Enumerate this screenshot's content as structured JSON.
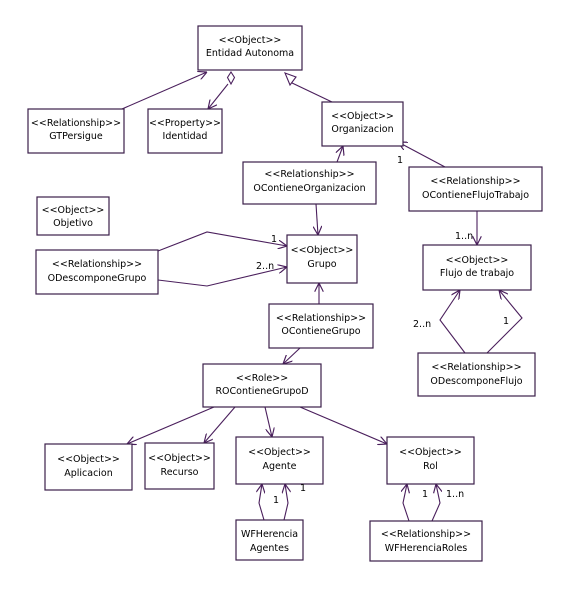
{
  "diagram": {
    "nodes": {
      "entidad_autonoma": {
        "stereotype": "<<Object>>",
        "name": "Entidad Autonoma"
      },
      "gt_persigue": {
        "stereotype": "<<Relationship>>",
        "name": "GTPersigue"
      },
      "identidad": {
        "stereotype": "<<Property>>",
        "name": "Identidad"
      },
      "organizacion": {
        "stereotype": "<<Object>>",
        "name": "Organizacion"
      },
      "ocontiene_organizacion": {
        "stereotype": "<<Relationship>>",
        "name": "OContieneOrganizacion"
      },
      "ocontiene_flujo_trabajo": {
        "stereotype": "<<Relationship>>",
        "name": "OContieneFlujoTrabajo"
      },
      "objetivo": {
        "stereotype": "<<Object>>",
        "name": "Objetivo"
      },
      "grupo": {
        "stereotype": "<<Object>>",
        "name": "Grupo"
      },
      "odescompone_grupo": {
        "stereotype": "<<Relationship>>",
        "name": "ODescomponeGrupo"
      },
      "flujo_de_trabajo": {
        "stereotype": "<<Object>>",
        "name": "Flujo de trabajo"
      },
      "ocontiene_grupo": {
        "stereotype": "<<Relationship>>",
        "name": "OContieneGrupo"
      },
      "odescompone_flujo": {
        "stereotype": "<<Relationship>>",
        "name": "ODescomponeFlujo"
      },
      "rocontiene_grupod": {
        "stereotype": "<<Role>>",
        "name": "ROContieneGrupoD"
      },
      "aplicacion": {
        "stereotype": "<<Object>>",
        "name": "Aplicacion"
      },
      "recurso": {
        "stereotype": "<<Object>>",
        "name": "Recurso"
      },
      "agente": {
        "stereotype": "<<Object>>",
        "name": "Agente"
      },
      "rol": {
        "stereotype": "<<Object>>",
        "name": "Rol"
      },
      "wfherencia_agentes": {
        "stereotype": "",
        "name": "WFHerencia",
        "name2": "Agentes"
      },
      "wfherencia_roles": {
        "stereotype": "<<Relationship>>",
        "name": "WFHerenciaRoles"
      }
    },
    "multiplicities": {
      "org_flujo_1": "1",
      "flujo_trabajo_1n": "1..n",
      "grupo_1": "1",
      "grupo_2n": "2..n",
      "flujo_2n": "2..n",
      "flujo_1": "1",
      "agente_1": "1",
      "agente_1b": "1",
      "rol_1": "1",
      "rol_1n": "1..n"
    },
    "colors": {
      "stroke": "#4a1f5c",
      "box_border": "#3b1f4a",
      "background": "#ffffff"
    }
  }
}
